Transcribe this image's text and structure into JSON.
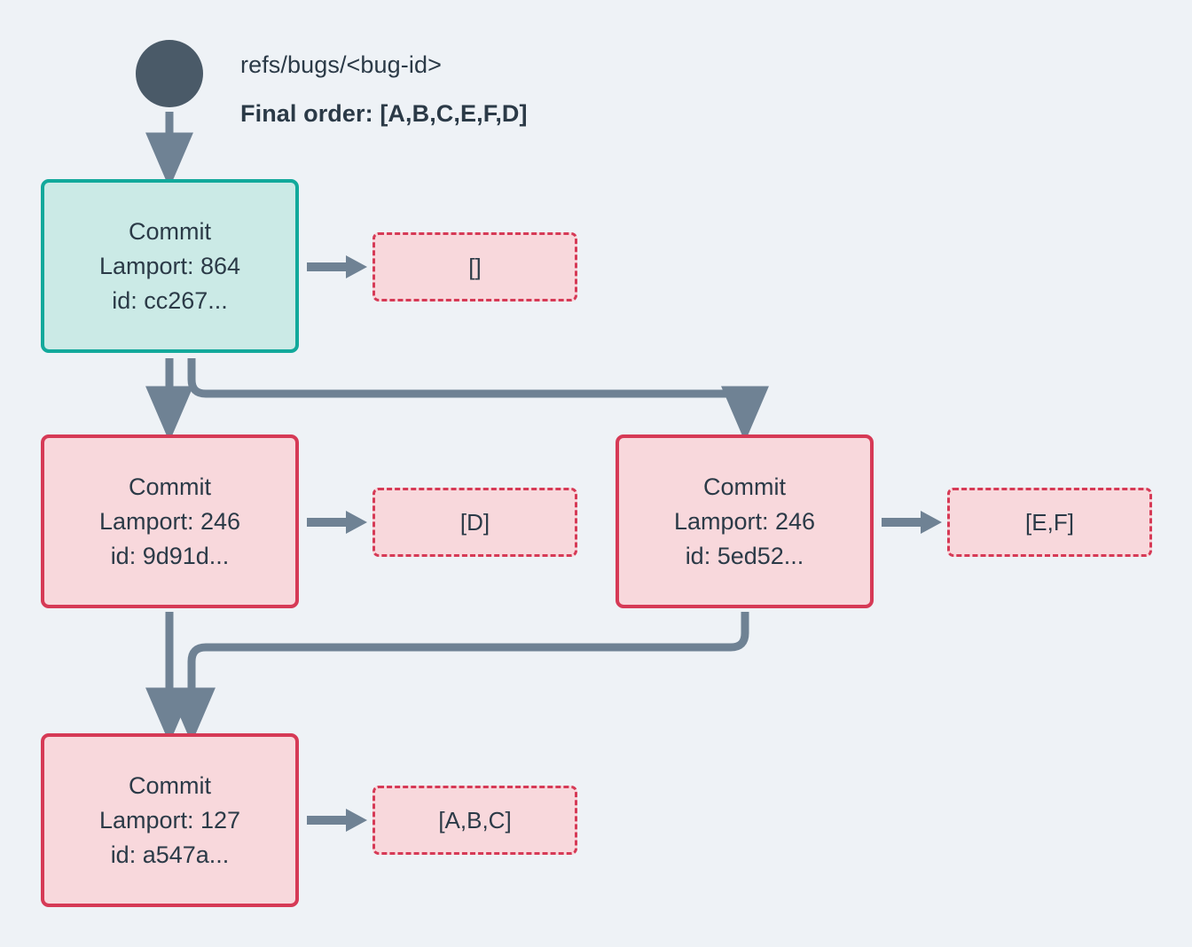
{
  "diagram": {
    "title_ref": "refs/bugs/<bug-id>",
    "final_order": "Final order: [A,B,C,E,F,D]",
    "background_color": "#eef2f6",
    "start_node_color": "#4a5a68",
    "head_node_fill": "#cbeae6",
    "head_node_border": "#12a99b",
    "commit_node_fill": "#f8d8dc",
    "commit_node_border": "#d63a56",
    "ops_box_border": "#d63a56",
    "edge_color": "#6f8294",
    "text_color": "#2b3a47"
  },
  "nodes": [
    {
      "id": "cc267",
      "kind": "head",
      "label_title": "Commit",
      "label_lamport": "Lamport: 864",
      "label_id": "id: cc267...",
      "ops": "[]"
    },
    {
      "id": "9d91d",
      "kind": "normal",
      "label_title": "Commit",
      "label_lamport": "Lamport: 246",
      "label_id": "id: 9d91d...",
      "ops": "[D]"
    },
    {
      "id": "5ed52",
      "kind": "normal",
      "label_title": "Commit",
      "label_lamport": "Lamport: 246",
      "label_id": "id: 5ed52...",
      "ops": "[E,F]"
    },
    {
      "id": "a547a",
      "kind": "normal",
      "label_title": "Commit",
      "label_lamport": "Lamport: 127",
      "label_id": "id: a547a...",
      "ops": "[A,B,C]"
    }
  ]
}
